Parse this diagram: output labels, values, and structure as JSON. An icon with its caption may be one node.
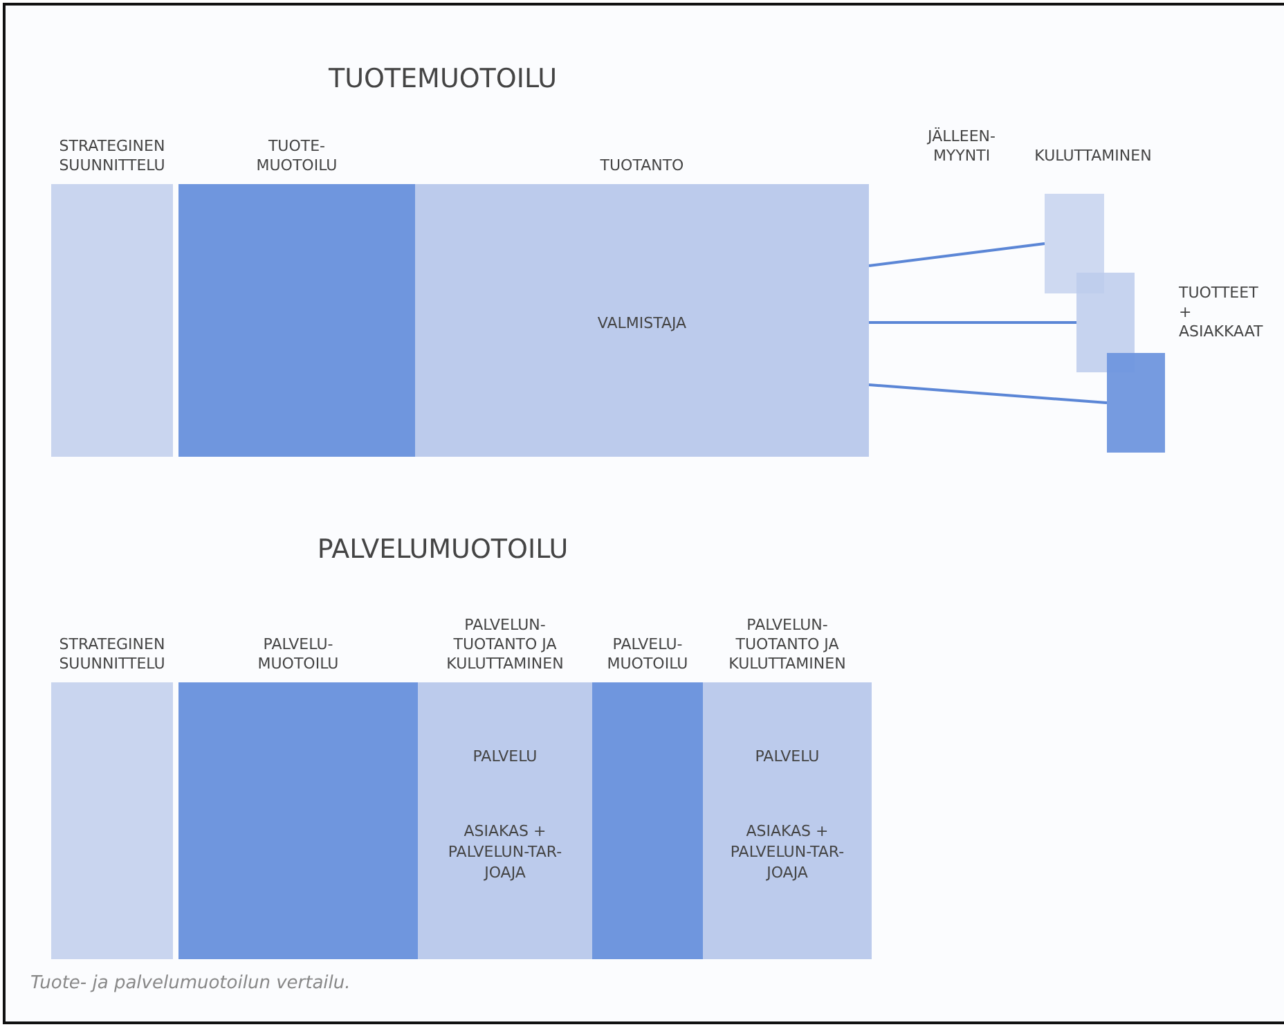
{
  "diagram": {
    "caption": "Tuote- ja palvelumuotoilun vertailu.",
    "nodes": [
      {
        "text": [
          "STRATEGINEN SUUNNITTELU"
        ]
      },
      {
        "text": [
          "TUOTE- MUOTOILU"
        ]
      },
      {
        "text": [
          "TUOTANTO",
          "VALMISTAJA"
        ]
      },
      {
        "text": [],
        "shape": "box"
      },
      {
        "text": [],
        "shape": "box"
      },
      {
        "text": [],
        "shape": "box"
      },
      {
        "text": [
          "STRATEGINEN SUUNNITTELU"
        ]
      },
      {
        "text": [
          "PALVELU- MUOTOILU"
        ]
      },
      {
        "text": [
          "PALVELUN- TUOTANTO JA KULUTTAMINEN",
          "PALVELU",
          "ASIAKAS + PALVELUN-TAR- JOAJA"
        ]
      },
      {
        "text": [
          "PALVELU- MUOTOILU"
        ]
      },
      {
        "text": [
          "PALVELUN- TUOTANTO JA KULUTTAMINEN",
          "PALVELU",
          "ASIAKAS + PALVELUN-TAR- JOAJA"
        ]
      }
    ],
    "edges": [
      {
        "from": 2,
        "to": 3,
        "arrow": "none"
      },
      {
        "from": 2,
        "to": 4,
        "arrow": "none"
      },
      {
        "from": 2,
        "to": 5,
        "arrow": "none"
      }
    ],
    "labels": [
      "TUOTEMUOTOILU",
      "JÄLLEEN- MYYNTI",
      "KULUTTAMINEN",
      "TUOTTEET + ASIAKKAAT",
      "PALVELUMUOTOILU"
    ]
  }
}
